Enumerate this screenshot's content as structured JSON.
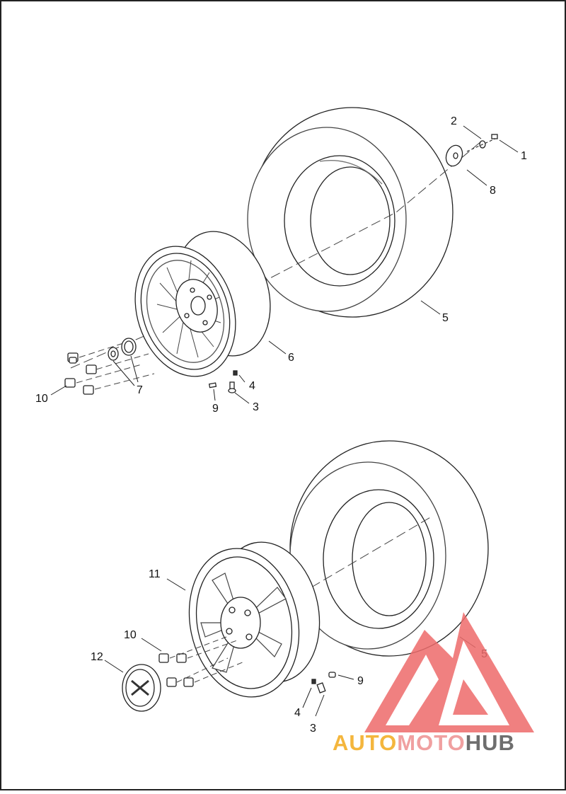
{
  "diagram": {
    "callouts_top": [
      {
        "id": "c1",
        "label": "1"
      },
      {
        "id": "c2",
        "label": "2"
      },
      {
        "id": "c8",
        "label": "8"
      },
      {
        "id": "c5",
        "label": "5"
      },
      {
        "id": "c6",
        "label": "6"
      },
      {
        "id": "c4",
        "label": "4"
      },
      {
        "id": "c7",
        "label": "7"
      },
      {
        "id": "c10",
        "label": "10"
      },
      {
        "id": "c9",
        "label": "9"
      },
      {
        "id": "c3",
        "label": "3"
      }
    ],
    "callouts_bottom": [
      {
        "id": "b11",
        "label": "11"
      },
      {
        "id": "b10",
        "label": "10"
      },
      {
        "id": "b12",
        "label": "12"
      },
      {
        "id": "b5",
        "label": "5"
      },
      {
        "id": "b9",
        "label": "9"
      },
      {
        "id": "b4",
        "label": "4"
      },
      {
        "id": "b3",
        "label": "3"
      }
    ]
  },
  "watermark": {
    "part1": "AUTO",
    "part2": "MOTO",
    "part3": "HUB",
    "colors": {
      "auto": "#f4b63d",
      "moto": "#f0a0a0",
      "hub": "#6e6e6e",
      "logo": "#ee6b6b"
    }
  }
}
